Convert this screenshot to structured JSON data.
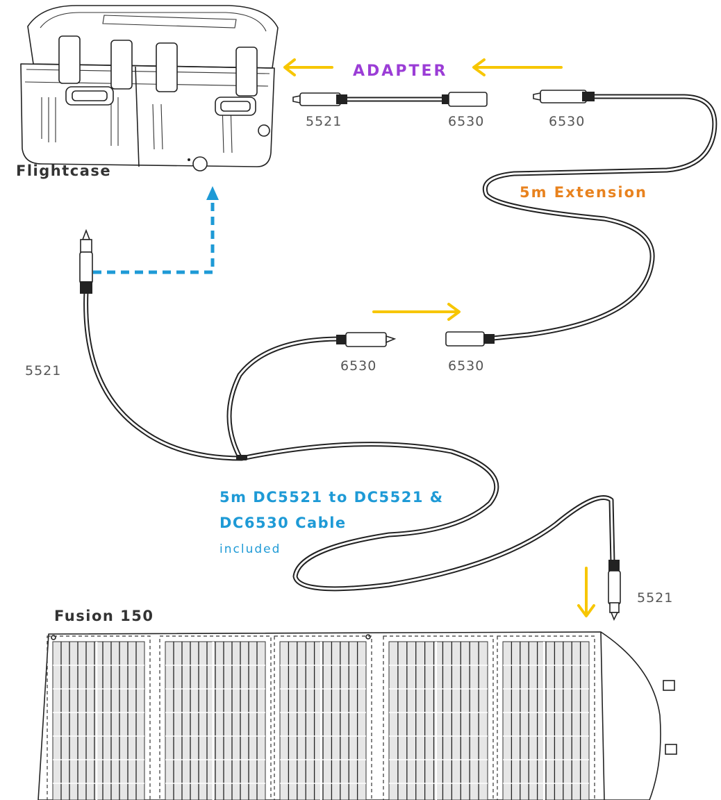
{
  "colors": {
    "arrow": "#F7C600",
    "adapter": "#9B3DD6",
    "extension": "#E8821E",
    "cable": "#1E9AD6",
    "dashed_connector": "#1E9AD6",
    "text": "#333333"
  },
  "labels": {
    "flightcase": "Flightcase",
    "adapter": "ADAPTER",
    "extension": "5m Extension",
    "cable_line1": "5m DC5521 to DC5521 &",
    "cable_line2": "DC6530 Cable",
    "included": "included",
    "panel": "Fusion 150"
  },
  "connectors": {
    "adapter_left": "5521",
    "adapter_right": "6530",
    "extension_top": "6530",
    "cable_middle": "6530",
    "extension_bottom": "6530",
    "cable_left": "5521",
    "cable_panel": "5521"
  },
  "icons": [
    "flightcase-illustration",
    "solar-panel-illustration",
    "arrow-left-icon",
    "arrow-right-icon",
    "arrow-down-icon",
    "dashed-arrow-up-icon"
  ]
}
